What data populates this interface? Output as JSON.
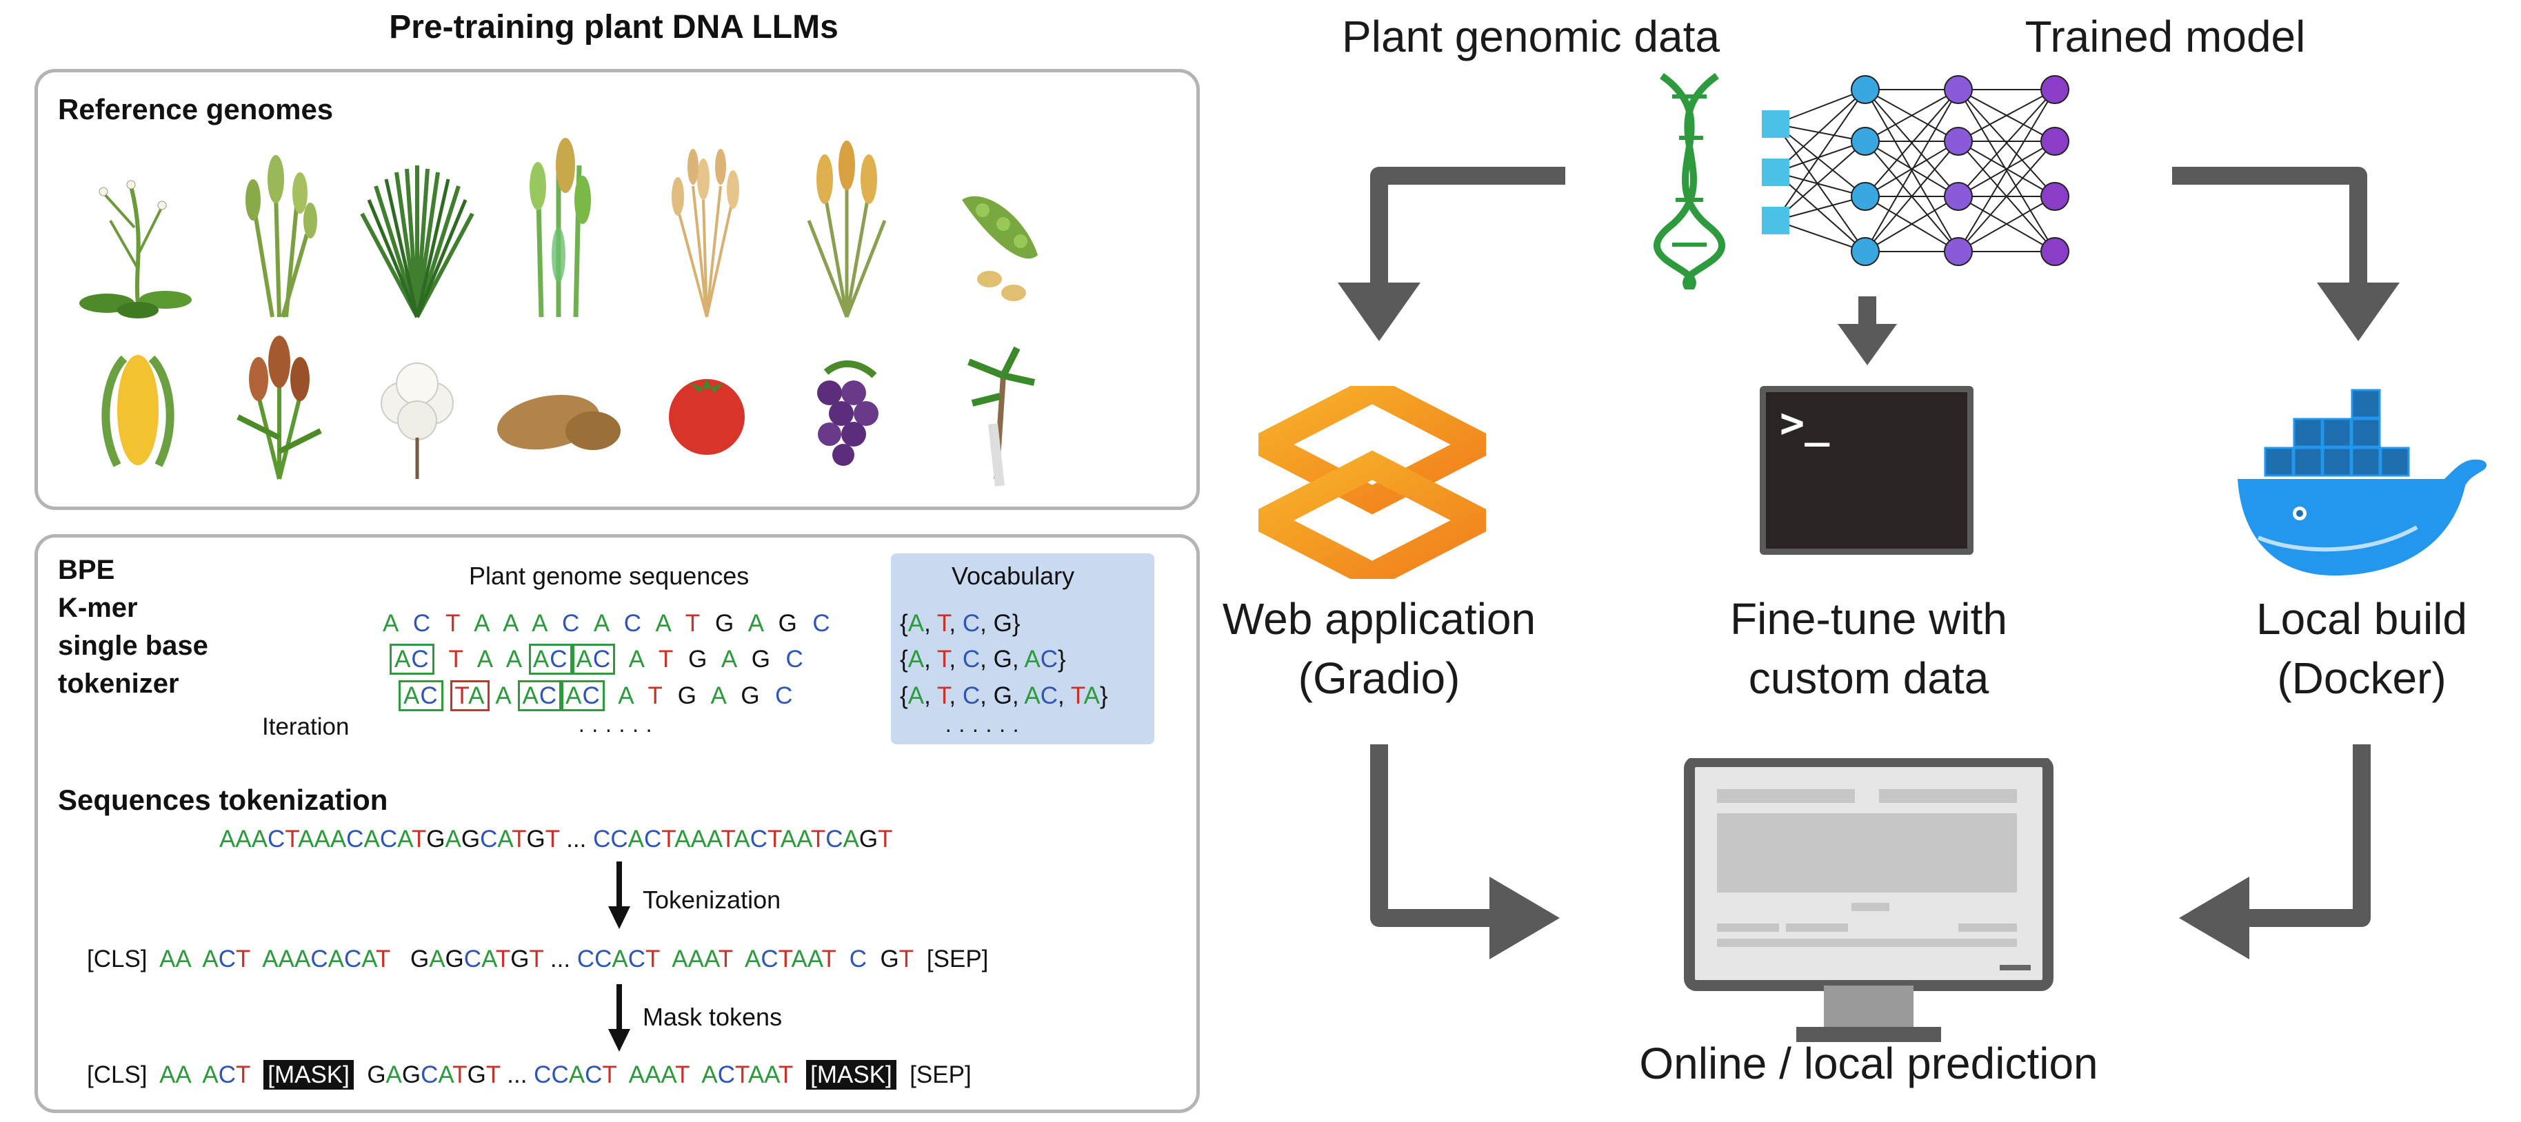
{
  "left": {
    "title": "Pre-training plant DNA LLMs",
    "reference_title": "Reference genomes",
    "plants_row1": [
      "arabidopsis-icon",
      "rice-icon",
      "grass-icon",
      "bamboo-icon",
      "wheat-icon",
      "barley-icon",
      "soybean-icon"
    ],
    "plants_row2": [
      "maize-icon",
      "sorghum-icon",
      "cotton-icon",
      "potato-icon",
      "tomato-icon",
      "grape-icon",
      "cassava-icon"
    ],
    "methods": [
      "BPE",
      "K-mer",
      "single base",
      "tokenizer"
    ],
    "sequences_label": "Plant genome sequences",
    "vocabulary_label": "Vocabulary",
    "iteration_label": "Iteration",
    "seq_line1": "A C T A A A C A C A T G A G C",
    "vocab1": [
      "A",
      "T",
      "C",
      "G"
    ],
    "vocab2": [
      "A",
      "T",
      "C",
      "G",
      "AC"
    ],
    "vocab3": [
      "A",
      "T",
      "C",
      "G",
      "AC",
      "TA"
    ],
    "dots": "· · · · · ·",
    "tokenization_title": "Sequences tokenization",
    "raw_sequence_left": "AAACTAAACACATGAGCATGT",
    "raw_sequence_right": "CCACTAAATACTAATCAGT",
    "ellipsis": "...",
    "step_tokenization": "Tokenization",
    "step_mask": "Mask tokens",
    "cls": "[CLS]",
    "sep": "[SEP]",
    "mask": "[MASK]",
    "tokens_left": [
      "AA",
      "ACT",
      "AAACACAT",
      "GAGCATGT"
    ],
    "tokens_right": [
      "CCACT",
      "AAAT",
      "ACTAAT",
      "C",
      "GT"
    ],
    "masked_left": [
      "AA",
      "ACT"
    ],
    "masked_mid": "GAGCATGT",
    "masked_right": [
      "CCACT",
      "AAAT",
      "ACTAAT"
    ]
  },
  "right": {
    "plant_data_label": "Plant genomic data",
    "trained_model_label": "Trained model",
    "web_app_label_1": "Web application",
    "web_app_label_2": "(Gradio)",
    "finetune_label_1": "Fine-tune with",
    "finetune_label_2": "custom data",
    "local_build_label_1": "Local build",
    "local_build_label_2": "(Docker)",
    "prediction_label": "Online / local prediction",
    "terminal_prompt": ">_"
  },
  "colors": {
    "A": "#2e9a3e",
    "T": "#c8322a",
    "C": "#2f55b5",
    "G": "#111111",
    "arrow": "#5a5a5a",
    "input_node": "#4cc3e6",
    "hidden_node": "#3aa8e0",
    "output_node": "#8a3ec8",
    "gradio": "#f59a1b",
    "docker": "#2396ed",
    "vocab_bg": "#c9daf0"
  }
}
